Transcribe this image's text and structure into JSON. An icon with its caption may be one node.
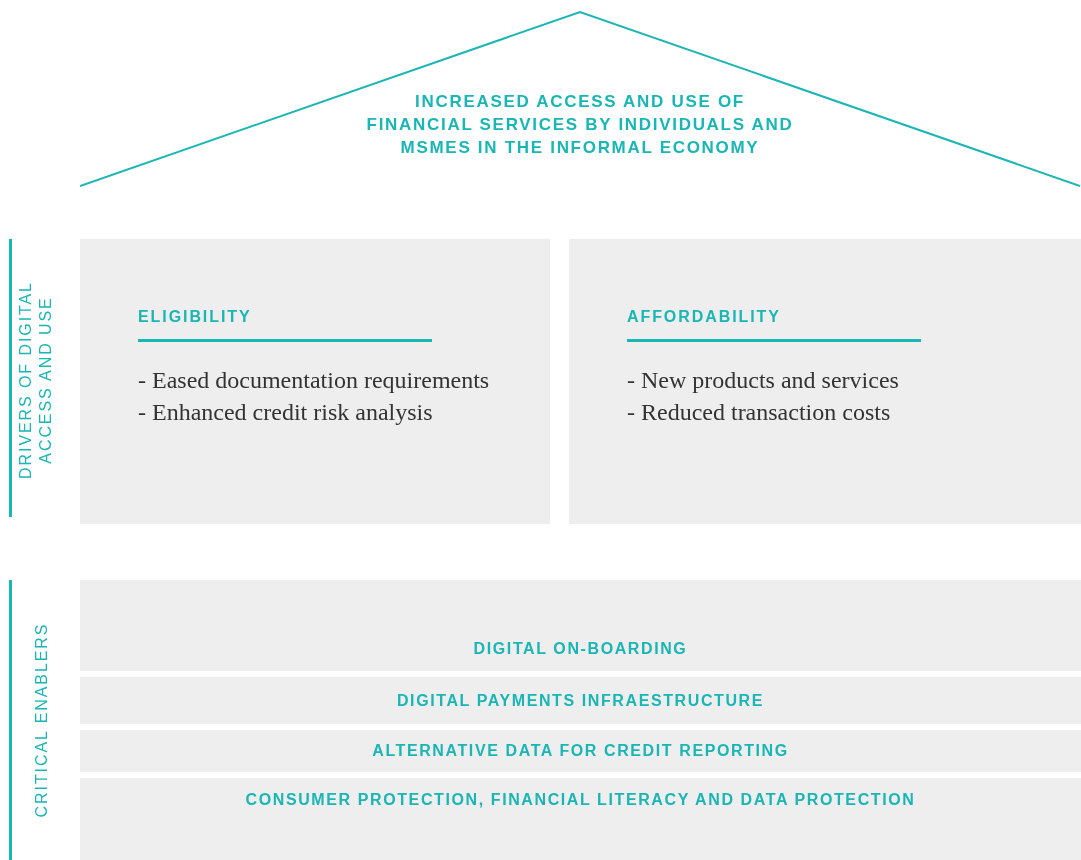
{
  "diagram": {
    "nodes": [
      {
        "text": [
          "INCREASED ACCESS AND USE OF FINANCIAL SERVICES BY INDIVIDUALS AND MSMES IN THE INFORMAL ECONOMY"
        ]
      },
      {
        "text": [
          "ELIGIBILITY",
          "- Eased documentation requirements",
          "- Enhanced credit risk analysis"
        ]
      },
      {
        "text": [
          "AFFORDABILITY",
          "- New products and services",
          "- Reduced transaction costs"
        ]
      },
      {
        "text": [
          "DIGITAL ON-BOARDING"
        ]
      },
      {
        "text": [
          "DIGITAL PAYMENTS INFRAESTRUCTURE"
        ]
      },
      {
        "text": [
          "ALTERNATIVE DATA FOR CREDIT REPORTING"
        ]
      },
      {
        "text": [
          "CONSUMER PROTECTION, FINANCIAL LITERACY AND DATA PROTECTION"
        ]
      }
    ],
    "labels": [
      "DRIVERS OF DIGITAL ACCESS AND USE",
      "CRITICAL ENABLERS"
    ]
  }
}
